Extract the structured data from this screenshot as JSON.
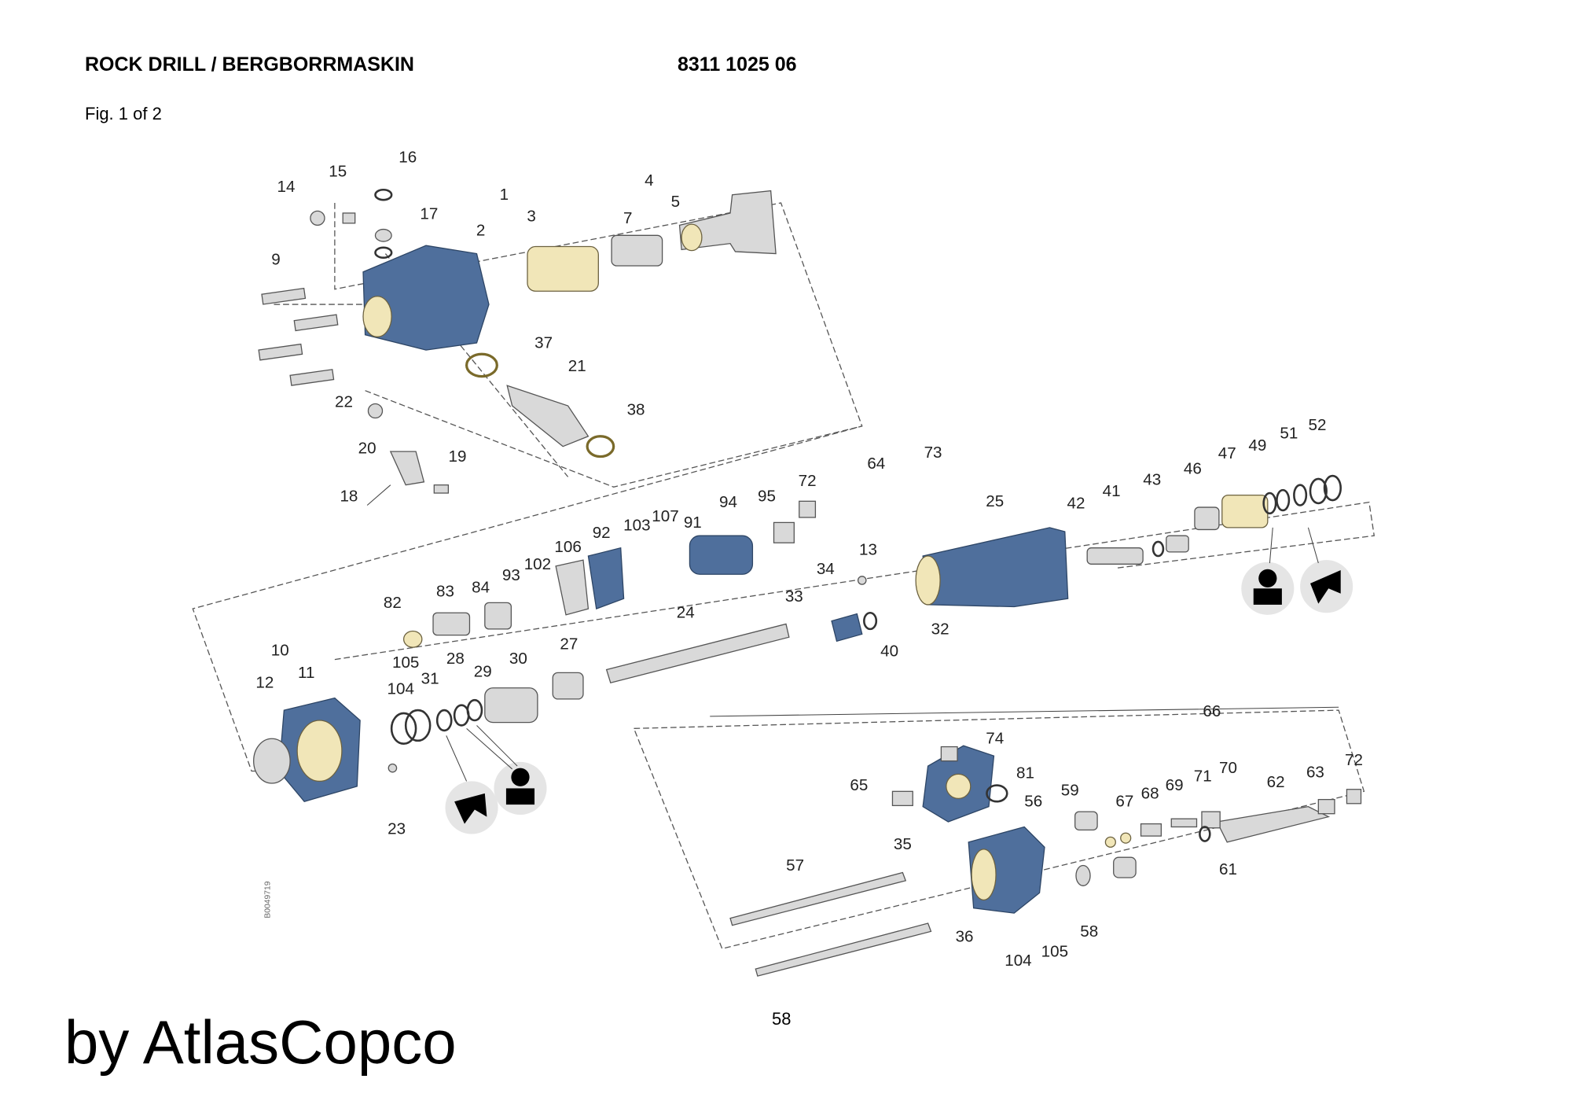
{
  "header": {
    "title": "ROCK DRILL / BERGBORRMASKIN",
    "doc_number": "8311 1025 06",
    "figure": "Fig. 1 of 2"
  },
  "drawing": {
    "drawing_id": "B0049719",
    "callouts": [
      "16",
      "15",
      "14",
      "17",
      "1",
      "3",
      "2",
      "4",
      "5",
      "7",
      "9",
      "37",
      "21",
      "38",
      "22",
      "20",
      "19",
      "18",
      "64",
      "73",
      "72",
      "95",
      "94",
      "91",
      "107",
      "103",
      "92",
      "106",
      "102",
      "93",
      "84",
      "83",
      "82",
      "13",
      "25",
      "42",
      "41",
      "43",
      "46",
      "47",
      "49",
      "51",
      "52",
      "34",
      "33",
      "24",
      "32",
      "40",
      "27",
      "30",
      "29",
      "28",
      "31",
      "10",
      "12",
      "11",
      "105",
      "104",
      "23",
      "66",
      "74",
      "81",
      "65",
      "56",
      "59",
      "67",
      "68",
      "69",
      "71",
      "70",
      "62",
      "63",
      "72",
      "35",
      "61",
      "57",
      "58",
      "36",
      "104",
      "105"
    ]
  },
  "footer": {
    "page_number": "58",
    "brand": "by AtlasCopco"
  }
}
